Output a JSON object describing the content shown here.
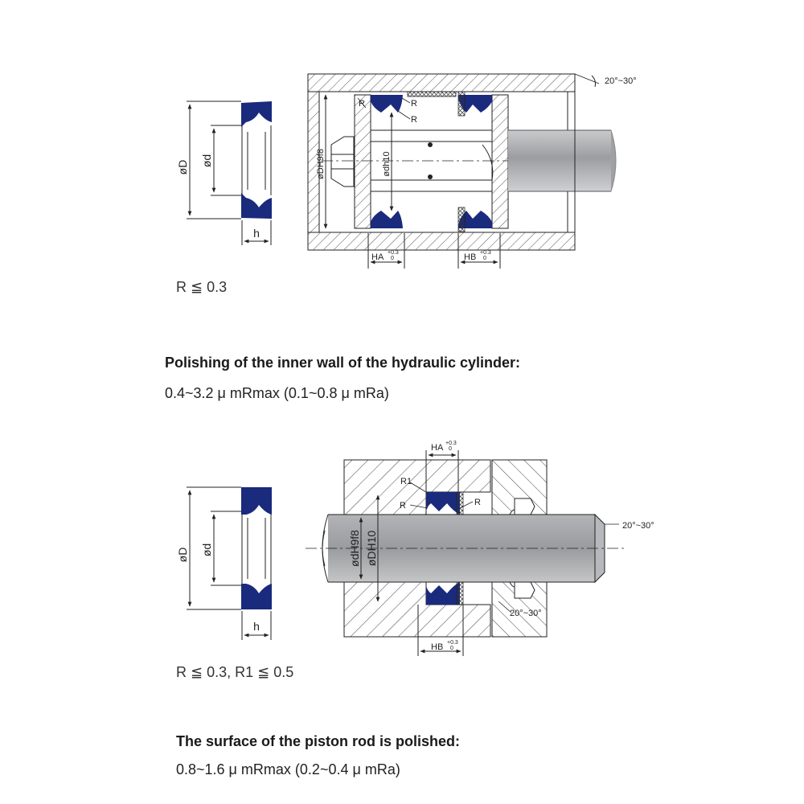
{
  "colors": {
    "seal": "#1a2a7c",
    "line": "#222222",
    "hatch": "#555555",
    "rod": "#a9aaad"
  },
  "diagram1": {
    "seal_labels": {
      "outer_diameter": "øD",
      "inner_diameter": "ød",
      "height": "h"
    },
    "angle": "20°~30°",
    "radius_marks": [
      "R",
      "R",
      "R"
    ],
    "bore_dim": "øDH9f8",
    "rod_dim": "ødh10",
    "groove_a": {
      "label": "HA",
      "tol_upper": "+0.3",
      "tol_lower": "0"
    },
    "groove_b": {
      "label": "HB",
      "tol_upper": "+0.3",
      "tol_lower": "0"
    },
    "radius_note": "R ≦ 0.3"
  },
  "section1": {
    "heading": "Polishing of the inner wall of the hydraulic cylinder:",
    "spec": "0.4~3.2 μ mRmax (0.1~0.8 μ mRa)"
  },
  "diagram2": {
    "seal_labels": {
      "outer_diameter": "øD",
      "inner_diameter": "ød",
      "height": "h"
    },
    "angle_top": "20°~30°",
    "angle_bottom": "20°~30°",
    "radius_marks": [
      "R1",
      "R",
      "R"
    ],
    "rod_dim": "ødH9f8",
    "bore_dim": "øDH10",
    "groove_a": {
      "label": "HA",
      "tol_upper": "+0.3",
      "tol_lower": "0"
    },
    "groove_b": {
      "label": "HB",
      "tol_upper": "+0.3",
      "tol_lower": "0"
    },
    "radius_note": "R ≦ 0.3, R1 ≦ 0.5"
  },
  "section2": {
    "heading": "The surface of the piston rod is polished:",
    "spec": "0.8~1.6 μ mRmax (0.2~0.4 μ mRa)"
  }
}
